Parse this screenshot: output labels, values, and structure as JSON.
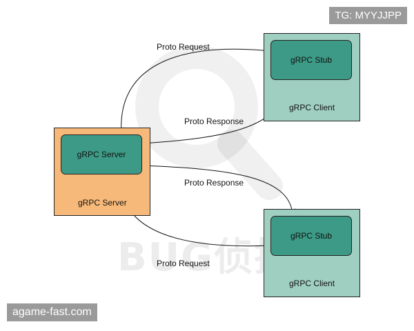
{
  "server": {
    "inner_label": "gRPC Server",
    "caption": "gRPC Server",
    "color": "#f7b97a"
  },
  "clients": [
    {
      "stub_label": "gRPC Stub",
      "caption": "gRPC Client",
      "color": "#9fcfc0"
    },
    {
      "stub_label": "gRPC Stub",
      "caption": "gRPC Client",
      "color": "#9fcfc0"
    }
  ],
  "inner_color": "#3d9a86",
  "edges": [
    {
      "label": "Proto Request"
    },
    {
      "label": "Proto Response"
    },
    {
      "label": "Proto Response"
    },
    {
      "label": "Proto Request"
    }
  ],
  "overlays": {
    "top_right_tag": "TG: MYYJJPP",
    "bottom_left_tag": "agame-fast.com",
    "watermark": "BUG侦探"
  }
}
